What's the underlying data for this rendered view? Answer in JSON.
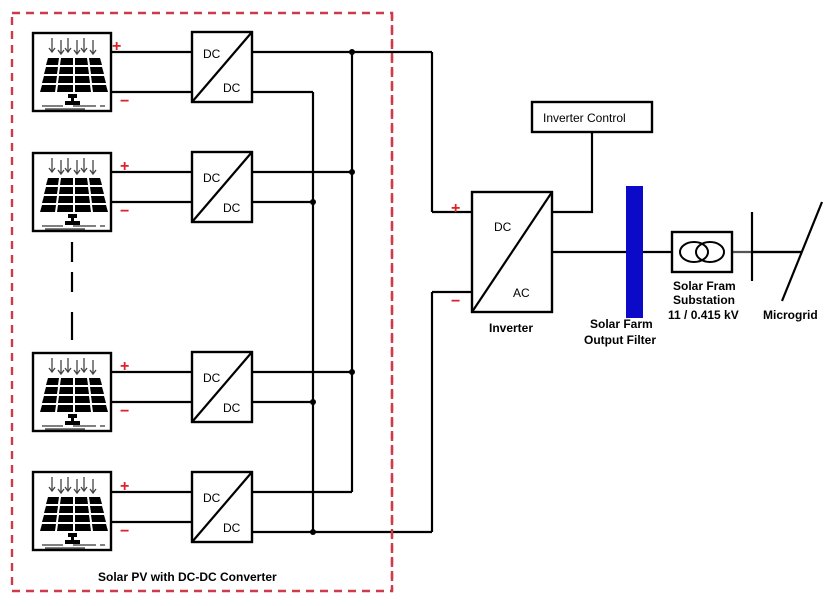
{
  "diagram": {
    "group_label": "Solar PV with DC-DC Converter",
    "pv_units": [
      {
        "name": "pv-panel-1",
        "plus": "+",
        "minus": "−",
        "converter_top": "DC",
        "converter_bottom": "DC"
      },
      {
        "name": "pv-panel-2",
        "plus": "+",
        "minus": "−",
        "converter_top": "DC",
        "converter_bottom": "DC"
      },
      {
        "name": "pv-panel-3",
        "plus": "+",
        "minus": "−",
        "converter_top": "DC",
        "converter_bottom": "DC"
      },
      {
        "name": "pv-panel-4",
        "plus": "+",
        "minus": "−",
        "converter_top": "DC",
        "converter_bottom": "DC"
      }
    ],
    "inverter": {
      "top": "DC",
      "bottom": "AC",
      "label": "Inverter",
      "plus": "+",
      "minus": "−"
    },
    "inverter_control": "Inverter Control",
    "filter": {
      "line1": "Solar Farm",
      "line2": "Output Filter"
    },
    "substation": {
      "line1": "Solar Fram",
      "line2": "Substation",
      "line3": "11 / 0.415 kV"
    },
    "microgrid": "Microgrid",
    "icons": {
      "pv": "solar-panel-icon",
      "transformer": "transformer-icon"
    }
  },
  "colors": {
    "dashed_border": "#cc3b4a",
    "polarity": "#e0202a",
    "filter": "#0a0ac8",
    "line": "#000000"
  }
}
